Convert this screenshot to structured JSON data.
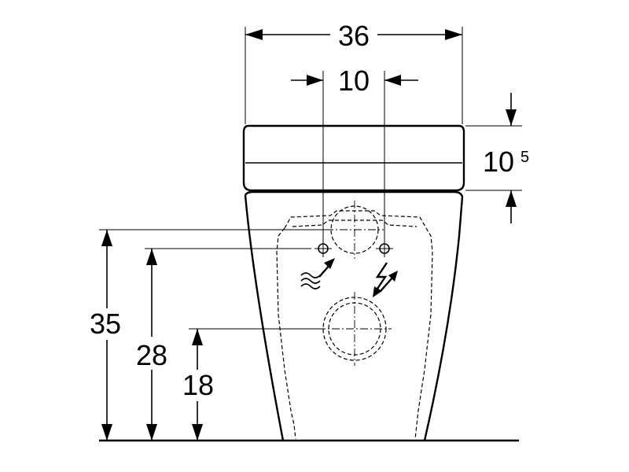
{
  "dimensions": {
    "width_total": "36",
    "connection_spacing": "10",
    "seat_height_main": "10",
    "seat_height_sup": "5",
    "height_top_connection": "35",
    "height_side_connections": "28",
    "height_drain": "18"
  },
  "icons": {
    "water_supply": "water-supply-icon",
    "electrical": "electrical-icon"
  }
}
